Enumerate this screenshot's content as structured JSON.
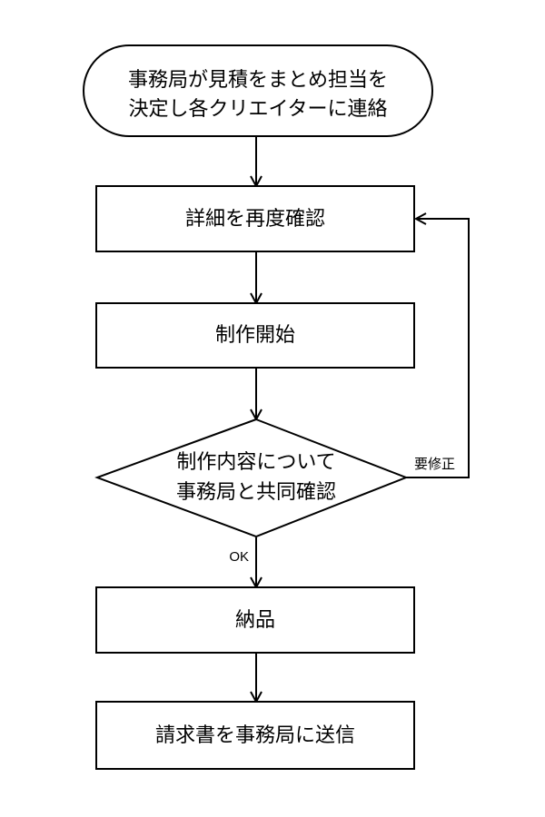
{
  "flowchart": {
    "nodes": {
      "start": {
        "shape": "terminator",
        "line1": "事務局が見積をまとめ担当を",
        "line2": "決定し各クリエイターに連絡"
      },
      "confirm_details": {
        "shape": "process",
        "label": "詳細を再度確認"
      },
      "start_production": {
        "shape": "process",
        "label": "制作開始"
      },
      "decision": {
        "shape": "decision",
        "line1": "制作内容について",
        "line2": "事務局と共同確認"
      },
      "delivery": {
        "shape": "process",
        "label": "納品"
      },
      "send_invoice": {
        "shape": "process",
        "label": "請求書を事務局に送信"
      }
    },
    "edge_labels": {
      "ok": "OK",
      "needs_revision": "要修正"
    },
    "colors": {
      "stroke": "#000000",
      "shape_fill": "#ffffff",
      "text": "#000000",
      "background": "#ffffff"
    }
  }
}
